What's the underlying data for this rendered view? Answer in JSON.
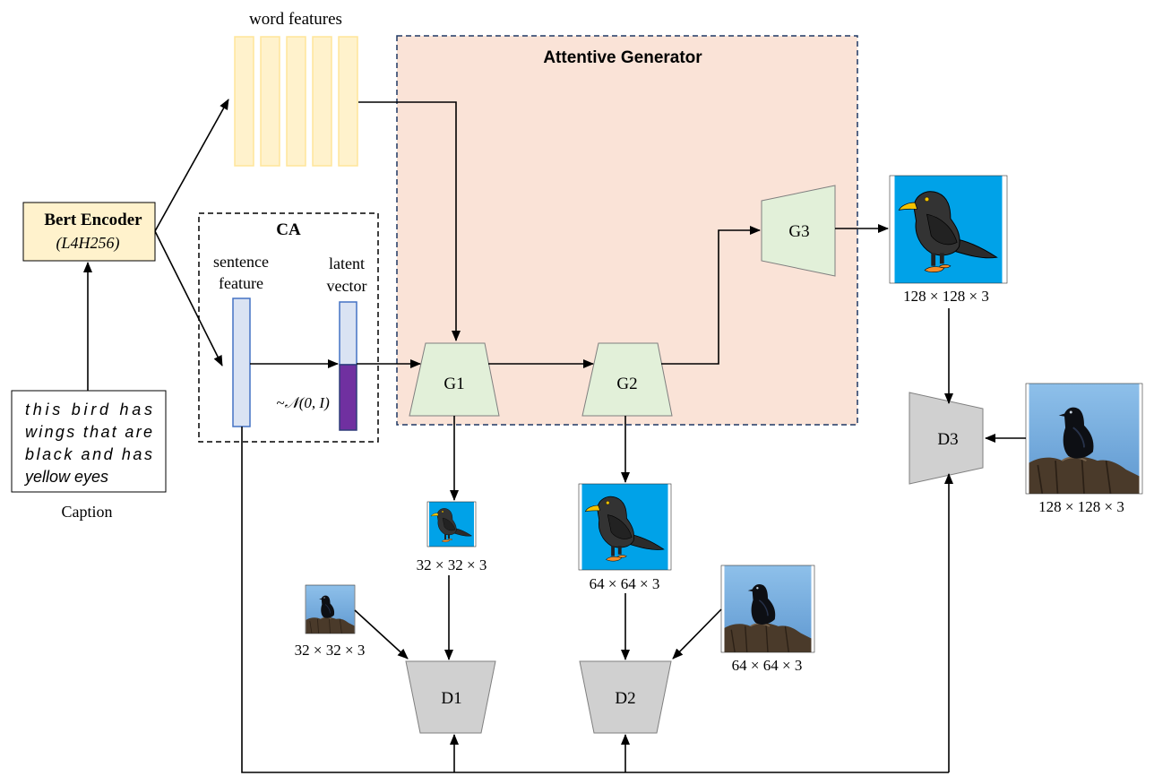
{
  "colors": {
    "attentive_generator_fill": "#fae3d7",
    "attentive_generator_border": "#1f3864",
    "word_feature_fill": "#fff2cc",
    "word_feature_border": "#ffe59a",
    "encoder_fill": "#fff2cc",
    "sentence_bar_fill": "#dae3f3",
    "sentence_bar_border": "#4472c4",
    "latent_fill_top": "#dae3f3",
    "latent_fill_bottom": "#7030a0",
    "generator_fill": "#e2f0d9",
    "discriminator_fill": "#d0d0d0",
    "cartoon_bg": "#00a2e8",
    "photo_sky": "#7ab0de",
    "arrow": "#000000"
  },
  "labels": {
    "word_features": "word features",
    "attentive_generator": "Attentive Generator",
    "bert_encoder_title": "Bert Encoder",
    "bert_encoder_config": "(L4H256)",
    "ca": "CA",
    "sentence_feature_line1": "sentence",
    "sentence_feature_line2": "feature",
    "latent_vector_line1": "latent",
    "latent_vector_line2": "vector",
    "noise": "~𝒩(0, I)",
    "caption_label": "Caption"
  },
  "caption": {
    "lines": [
      "this bird has",
      "wings that are",
      "black and has",
      "yellow eyes"
    ]
  },
  "generators": {
    "g1": "G1",
    "g2": "G2",
    "g3": "G3"
  },
  "discriminators": {
    "d1": "D1",
    "d2": "D2",
    "d3": "D3"
  },
  "image_sizes": {
    "gen_32": "32 × 32 × 3",
    "gen_64": "64 × 64 × 3",
    "gen_128": "128 × 128 × 3",
    "real_32": "32 × 32 × 3",
    "real_64": "64 × 64 × 3",
    "real_128": "128 × 128 × 3"
  }
}
